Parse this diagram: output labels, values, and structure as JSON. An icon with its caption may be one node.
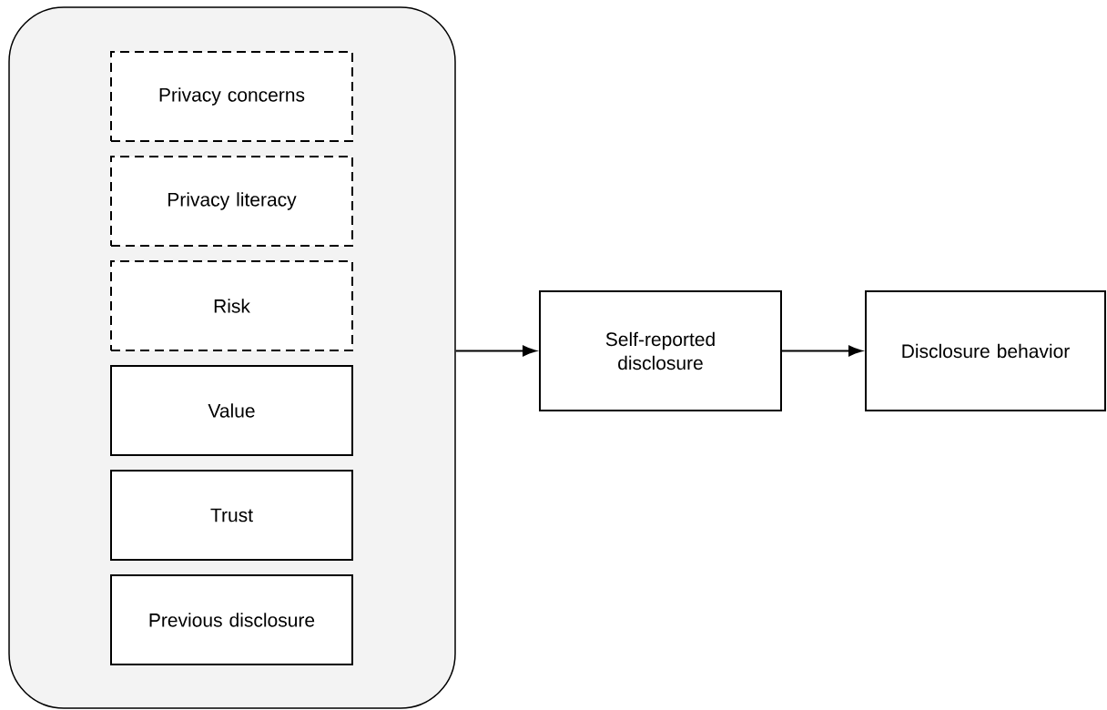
{
  "diagram": {
    "nodes": [
      {
        "text": [],
        "shape": "box"
      },
      {
        "text": [
          "Privacy concerns"
        ],
        "in": 0
      },
      {
        "text": [
          "Privacy literacy"
        ],
        "in": 0
      },
      {
        "text": [
          "Risk"
        ],
        "in": 0
      },
      {
        "text": [
          "Value"
        ],
        "in": 0
      },
      {
        "text": [
          "Trust"
        ],
        "in": 0
      },
      {
        "text": [
          "Previous disclosure"
        ],
        "in": 0
      },
      {
        "text": [
          "Self-reported disclosure"
        ]
      },
      {
        "text": [
          "Disclosure behavior"
        ]
      }
    ],
    "edges": [
      {
        "from": 0,
        "to": 7,
        "arrow": "to"
      },
      {
        "from": 7,
        "to": 8,
        "arrow": "to"
      }
    ]
  }
}
